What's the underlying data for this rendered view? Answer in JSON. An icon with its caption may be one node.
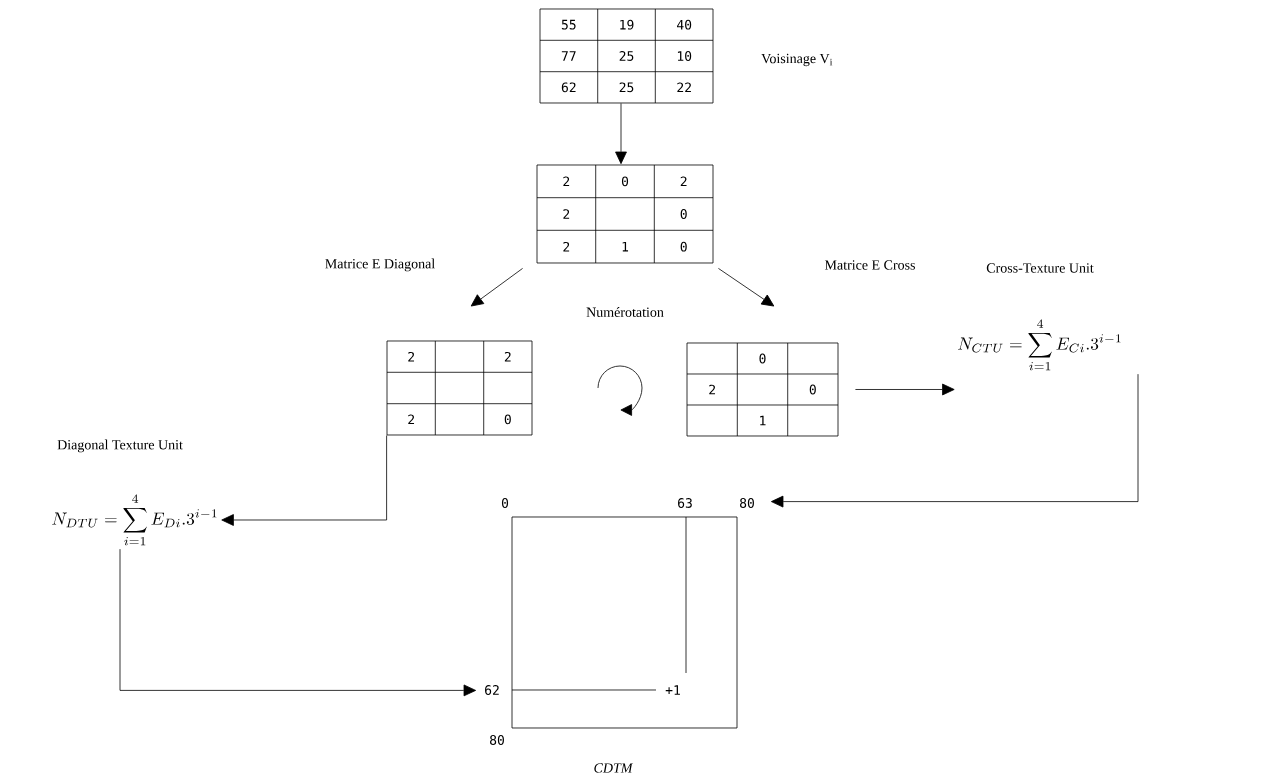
{
  "diagram": {
    "nodes": [
      {
        "text": [
          "55",
          "19",
          "40",
          "77",
          "25",
          "10",
          "62",
          "25",
          "22"
        ],
        "beside": [
          "Voisinage V$_{i}$"
        ]
      },
      {
        "text": [
          "2",
          "0",
          "2",
          "2",
          "0",
          "2",
          "1",
          "0"
        ]
      },
      {
        "text": [
          "2",
          "2",
          "2",
          "0"
        ]
      },
      {
        "text": [
          "0",
          "2",
          "0",
          "1"
        ]
      },
      {
        "text": [
          "N_{CTU} = \\sum_{i=1}^{4} E_{Ci}.3^{i-1}"
        ],
        "beside": [
          "Cross-Texture Unit"
        ]
      },
      {
        "text": [
          "N_{DTU} = \\sum_{i=1}^{4} E_{Di}.3^{i-1}"
        ],
        "beside": [
          "Diagonal Texture Unit"
        ]
      },
      {
        "text": [],
        "shape": "box",
        "beside": [
          "CDTM"
        ]
      }
    ],
    "edges": [
      {
        "from": 0,
        "to": 1,
        "arrow": "to"
      },
      {
        "from": 1,
        "to": 2,
        "arrow": "to",
        "label": "Matrice E Diagonal"
      },
      {
        "from": 1,
        "to": 3,
        "arrow": "to",
        "label": "Matrice E Cross"
      },
      {
        "from": 3,
        "to": 4,
        "arrow": "to"
      },
      {
        "from": 2,
        "to": 5,
        "arrow": "to"
      },
      {
        "from": 4,
        "to": 6,
        "arrow": "to"
      },
      {
        "from": 5,
        "to": 6,
        "arrow": "to"
      }
    ],
    "labels": [
      "Numérotation",
      "0",
      "63",
      "80",
      "62",
      "+1",
      "80"
    ]
  }
}
